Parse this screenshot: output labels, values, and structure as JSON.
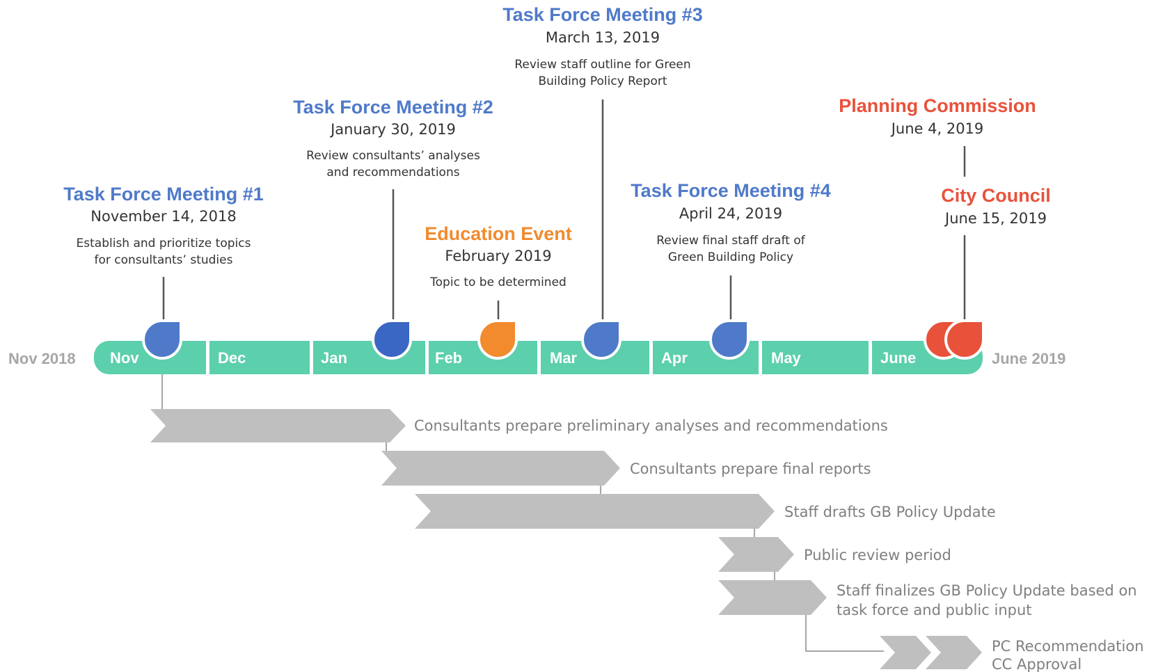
{
  "colors": {
    "blue": "#4f7ac9",
    "dark_blue": "#3a66c4",
    "orange": "#f28a2e",
    "red": "#e8523b",
    "timeline": "#5ccfad",
    "arrow_gray": "#bfbfbf"
  },
  "timeline": {
    "start_label": "Nov 2018",
    "end_label": "June 2019",
    "months": [
      "Nov",
      "Dec",
      "Jan",
      "Feb",
      "Mar",
      "Apr",
      "May",
      "June"
    ]
  },
  "events": [
    {
      "title": "Task Force Meeting #1",
      "date": "November 14, 2018",
      "desc1": "Establish and prioritize topics",
      "desc2": "for consultants’ studies"
    },
    {
      "title": "Task Force Meeting #2",
      "date": "January 30, 2019",
      "desc1": "Review consultants’ analyses",
      "desc2": "and recommendations"
    },
    {
      "title": "Education Event",
      "date": "February 2019",
      "desc1": "Topic to be determined",
      "desc2": ""
    },
    {
      "title": "Task Force Meeting #3",
      "date": "March 13, 2019",
      "desc1": "Review staff outline for Green",
      "desc2": "Building Policy Report"
    },
    {
      "title": "Task Force Meeting #4",
      "date": "April 24, 2019",
      "desc1": "Review final staff draft of",
      "desc2": "Green Building Policy"
    },
    {
      "title": "Planning Commission",
      "date": "June 4, 2019",
      "desc1": "",
      "desc2": ""
    },
    {
      "title": "City Council",
      "date": "June 15, 2019",
      "desc1": "",
      "desc2": ""
    }
  ],
  "tasks": [
    {
      "label": "Consultants prepare preliminary analyses and recommendations"
    },
    {
      "label": "Consultants prepare final reports"
    },
    {
      "label": "Staff drafts GB Policy Update"
    },
    {
      "label": "Public review period"
    },
    {
      "label": "Staff finalizes GB Policy Update based on",
      "label2": "task force and public input"
    },
    {
      "label": "PC Recommendation",
      "label2": "CC Approval"
    }
  ]
}
